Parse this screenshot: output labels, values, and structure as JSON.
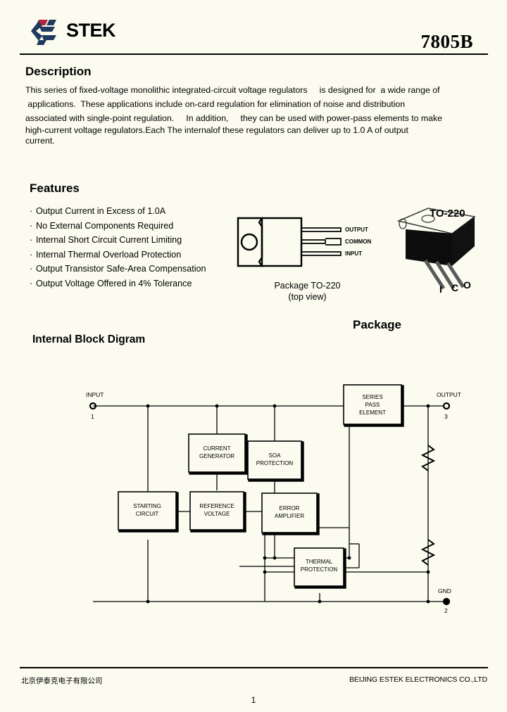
{
  "header": {
    "logo_text": "STEK",
    "logo_icon": "estek-e-logo",
    "part_number": "7805B",
    "logo_colors": {
      "navy": "#1f3a5f",
      "red": "#b5243c"
    }
  },
  "description": {
    "title": "Description",
    "lines": [
      "This series of fixed-voltage monolithic integrated-circuit voltage regulators     is designed for  a wide range of",
      " applications.  These applications include on-card regulation for elimination of noise and distribution",
      "associated with single-point regulation.     In addition,     they can be used with power-pass elements to make",
      "high-current voltage regulators.Each The internalof these regulators can deliver up to 1.0 A of output",
      "current."
    ]
  },
  "features": {
    "title": "Features",
    "bullet": "·",
    "items": [
      "Output Current in Excess of 1.0A",
      "No External Components Required",
      "Internal Short Circuit Current Limiting",
      "Internal Thermal Overload Protection",
      "Output Transistor Safe-Area Compensation",
      "Output Voltage Offered in 4% Tolerance"
    ]
  },
  "package": {
    "heading": "Package",
    "outline": {
      "pin_labels": [
        "OUTPUT",
        "COMMON",
        "INPUT"
      ],
      "caption_line1": "Package TO-220",
      "caption_line2": "(top view)"
    },
    "photo": {
      "label": "TO-220",
      "pin_markers": [
        "I",
        "C",
        "O"
      ]
    }
  },
  "block_diagram": {
    "title": "Internal Block Digram",
    "pins": [
      {
        "name": "INPUT",
        "number": "1"
      },
      {
        "name": "OUTPUT",
        "number": "3"
      },
      {
        "name": "GND",
        "number": "2"
      }
    ],
    "blocks": [
      {
        "id": "series-pass-element",
        "lines": [
          "SERIES",
          "PASS",
          "ELEMENT"
        ]
      },
      {
        "id": "current-generator",
        "lines": [
          "CURRENT",
          "GENERATOR"
        ]
      },
      {
        "id": "soa-protection",
        "lines": [
          "SOA",
          "PROTECTION"
        ]
      },
      {
        "id": "starting-circuit",
        "lines": [
          "STARTING",
          "CIRCUIT"
        ]
      },
      {
        "id": "reference-voltage",
        "lines": [
          "REFERENCE",
          "VOLTAGE"
        ]
      },
      {
        "id": "error-amplifier",
        "lines": [
          "ERROR",
          "AMPLIFIER"
        ]
      },
      {
        "id": "thermal-protection",
        "lines": [
          "THERMAL",
          "PROTECTION"
        ]
      }
    ]
  },
  "footer": {
    "company_cn": "北京伊泰克电子有限公司",
    "company_en": "BEIJING ESTEK ELECTRONICS CO.,LTD",
    "page_number": "1"
  }
}
